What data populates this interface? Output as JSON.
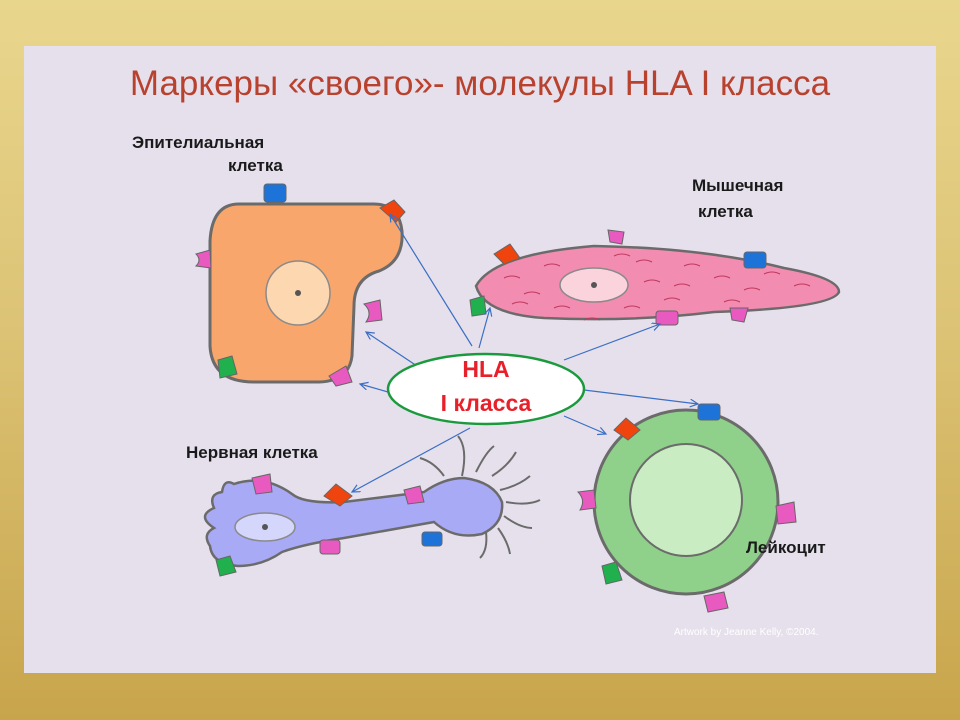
{
  "slide": {
    "title": "Маркеры «своего»- молекулы HLA I класса",
    "labels": {
      "epithelial_line1": "Эпителиальная",
      "epithelial_line2": "клетка",
      "muscle_line1": "Мышечная",
      "muscle_line2": "клетка",
      "nerve": "Нервная клетка",
      "leukocyte": "Лейкоцит"
    },
    "center": {
      "line1": "HLA",
      "line2": "I класса"
    },
    "credit": "Artwork by Jeanne Kelly, ©2004."
  },
  "colors": {
    "title": "#b8422e",
    "epithelial_fill": "#f9a66c",
    "muscle_fill": "#f28cb0",
    "nerve_fill": "#a9aaf5",
    "leukocyte_fill": "#8fd08a",
    "arrow": "#3a6fc4",
    "hla_text": "#e8202a",
    "ellipse_border": "#1a9a3c"
  }
}
